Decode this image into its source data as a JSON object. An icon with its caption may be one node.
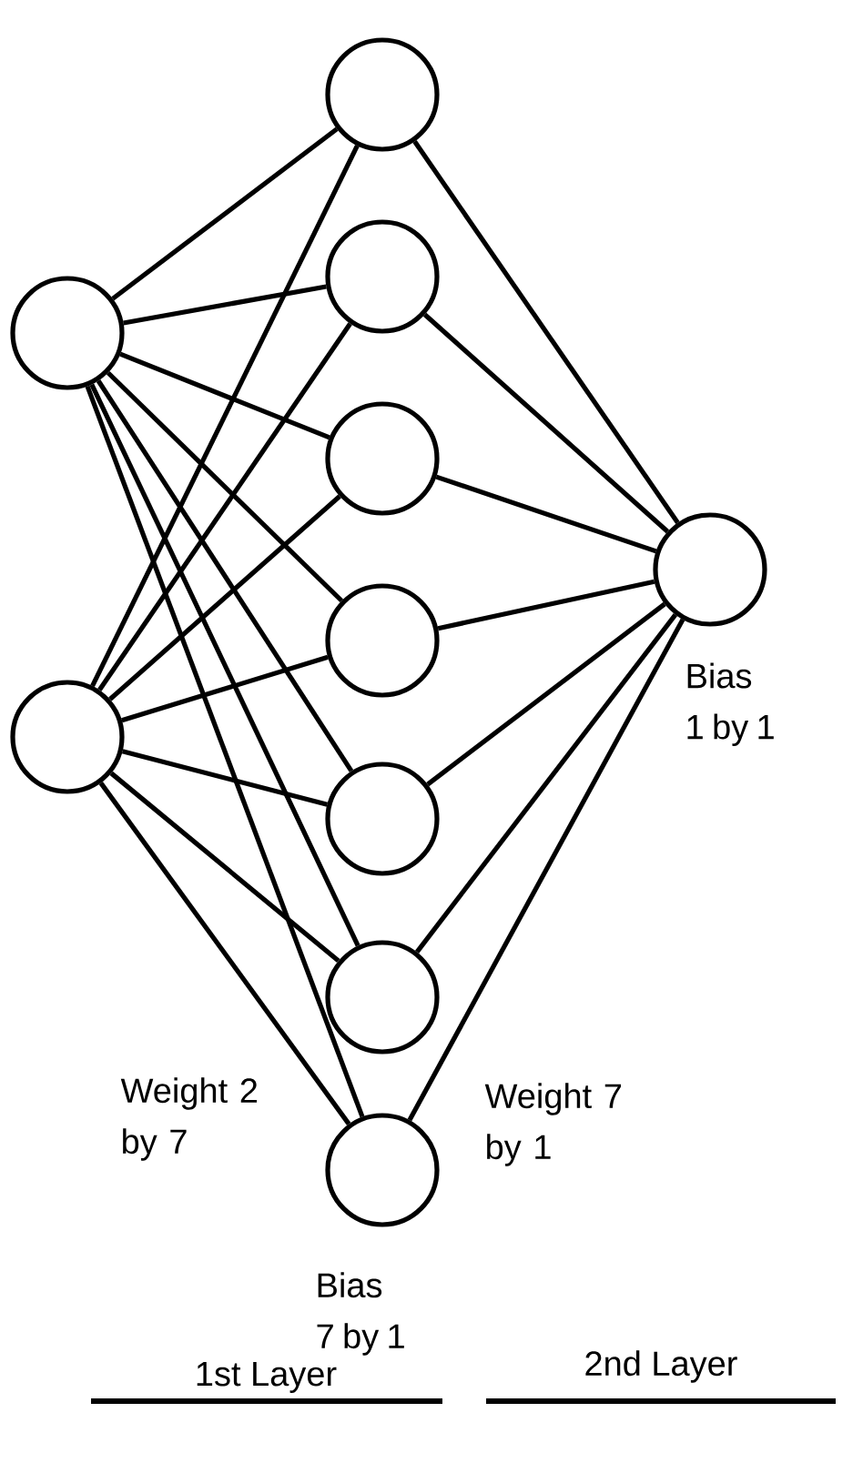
{
  "diagram": {
    "nodes": [
      {
        "text": [],
        "shape": "circle"
      },
      {
        "text": [],
        "shape": "circle"
      },
      {
        "text": [],
        "shape": "circle"
      },
      {
        "text": [],
        "shape": "circle"
      },
      {
        "text": [],
        "shape": "circle"
      },
      {
        "text": [],
        "shape": "circle"
      },
      {
        "text": [],
        "shape": "circle"
      },
      {
        "text": [],
        "shape": "circle"
      },
      {
        "text": [],
        "shape": "circle"
      },
      {
        "text": [],
        "shape": "circle",
        "beside": [
          "Bias 1 by 1"
        ]
      }
    ],
    "edges": [
      {
        "from": 0,
        "to": 2,
        "arrow": "none"
      },
      {
        "from": 0,
        "to": 3,
        "arrow": "none"
      },
      {
        "from": 0,
        "to": 4,
        "arrow": "none"
      },
      {
        "from": 0,
        "to": 5,
        "arrow": "none"
      },
      {
        "from": 0,
        "to": 6,
        "arrow": "none"
      },
      {
        "from": 0,
        "to": 7,
        "arrow": "none"
      },
      {
        "from": 0,
        "to": 8,
        "arrow": "none"
      },
      {
        "from": 1,
        "to": 2,
        "arrow": "none"
      },
      {
        "from": 1,
        "to": 3,
        "arrow": "none"
      },
      {
        "from": 1,
        "to": 4,
        "arrow": "none"
      },
      {
        "from": 1,
        "to": 5,
        "arrow": "none"
      },
      {
        "from": 1,
        "to": 6,
        "arrow": "none"
      },
      {
        "from": 1,
        "to": 7,
        "arrow": "none"
      },
      {
        "from": 1,
        "to": 8,
        "arrow": "none"
      },
      {
        "from": 2,
        "to": 9,
        "arrow": "none"
      },
      {
        "from": 3,
        "to": 9,
        "arrow": "none"
      },
      {
        "from": 4,
        "to": 9,
        "arrow": "none"
      },
      {
        "from": 5,
        "to": 9,
        "arrow": "none"
      },
      {
        "from": 6,
        "to": 9,
        "arrow": "none"
      },
      {
        "from": 7,
        "to": 9,
        "arrow": "none"
      },
      {
        "from": 8,
        "to": 9,
        "arrow": "none"
      }
    ],
    "labels": [
      "Weight 2 by 7",
      "Weight 7 by 1",
      "Bias 7 by 1",
      "1st Layer",
      "2nd Layer"
    ]
  }
}
